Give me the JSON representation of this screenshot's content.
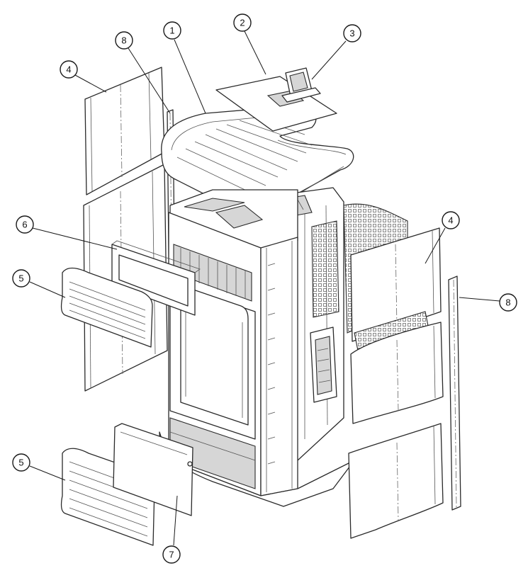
{
  "callouts": [
    {
      "id": "c1",
      "label": "1"
    },
    {
      "id": "c2",
      "label": "2"
    },
    {
      "id": "c3",
      "label": "3"
    },
    {
      "id": "c4a",
      "label": "4"
    },
    {
      "id": "c4b",
      "label": "4"
    },
    {
      "id": "c5a",
      "label": "5"
    },
    {
      "id": "c5b",
      "label": "5"
    },
    {
      "id": "c6",
      "label": "6"
    },
    {
      "id": "c7",
      "label": "7"
    },
    {
      "id": "c8a",
      "label": "8"
    },
    {
      "id": "c8b",
      "label": "8"
    }
  ],
  "colors": {
    "line": "#2a2a2a",
    "background": "#ffffff",
    "shade": "#d6d6d6"
  }
}
